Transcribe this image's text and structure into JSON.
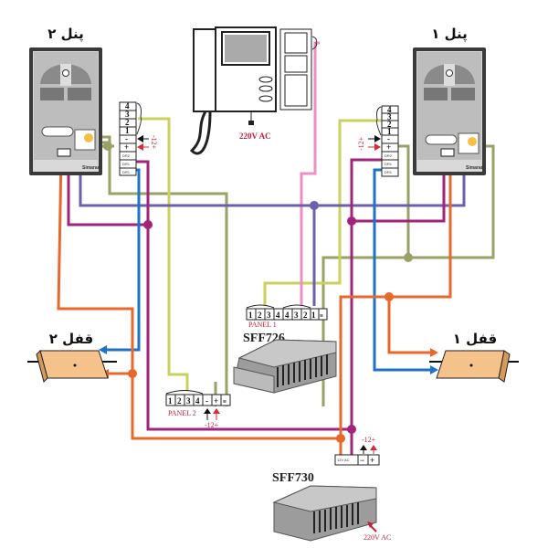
{
  "title": "Two-panel video intercom wiring diagram",
  "labels": {
    "panel2": "پنل ۲",
    "panel1": "پنل ۱",
    "lock2": "قفل ۲",
    "lock1": "قفل ۱",
    "monitor_power": "220V AC",
    "sff726": "SFF726",
    "sff730": "SFF730",
    "sff730_power": "220V AC",
    "panel1_terminal": "PANEL 1",
    "panel2_terminal": "PANEL 2",
    "v12_panel2": "-12+",
    "v12_sff730": "-12+",
    "v12_panel_side": "-12+",
    "brand": "Simaran",
    "ac_terminal": "12V AC"
  },
  "panel_terminal_block": {
    "rows": [
      "4",
      "3",
      "2",
      "1",
      "-",
      "+",
      "DR2",
      "DR1",
      "DR1"
    ]
  },
  "sff726_terminals": {
    "panel1": [
      "1",
      "2",
      "3",
      "4"
    ],
    "panel2": [
      "4",
      "3",
      "2",
      "1"
    ],
    "extra": "≡"
  },
  "sff726_panel2_terminals": [
    "1",
    "2",
    "3",
    "4",
    "-",
    "+",
    "≡"
  ],
  "sff730_terminals": [
    "12V AC",
    "−",
    "+"
  ],
  "wire_colors": {
    "orange": "#e8672a",
    "magenta": "#a3237b",
    "blue": "#1e73c8",
    "purple": "#6e5fae",
    "olive": "#9aa066",
    "yellow_green": "#c9d25c",
    "pink": "#ee8fc4",
    "black": "#111111",
    "red": "#d9283a"
  },
  "lock_color": "#f4c28a"
}
